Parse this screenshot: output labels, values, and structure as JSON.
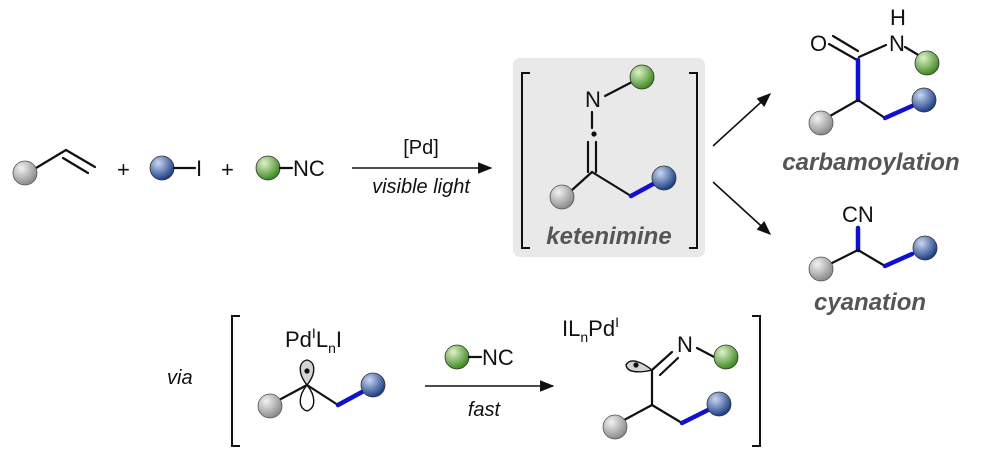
{
  "labels": {
    "plus": "+",
    "iodide": "I",
    "isocyanide": "NC",
    "catalyst": "[Pd]",
    "condition": "visible light",
    "nitrogen": "N",
    "ketenimine": "ketenimine",
    "oxygen": "O",
    "hydrogen": "H",
    "nitrogen_amide": "N",
    "carbamoylation": "carbamoylation",
    "cyano": "CN",
    "cyanation": "cyanation",
    "via": "via",
    "pd_complex_1": {
      "metal": "Pd",
      "ox": "I",
      "ligand": "L",
      "sub": "n",
      "halide": "I"
    },
    "pd_complex_2": {
      "halide": "I",
      "ligand": "L",
      "sub": "n",
      "metal": "Pd",
      "ox": "I"
    },
    "mech_isocyanide": "NC",
    "mech_condition": "fast",
    "mech_nitrogen": "N"
  },
  "colors": {
    "gray_ball": "#a8a8a8",
    "blue_ball": "#2c4f9a",
    "green_ball": "#5ea03c",
    "new_bond": "#1010d0",
    "highlight_box": "#e9e9e9",
    "product_label": "#555555"
  }
}
